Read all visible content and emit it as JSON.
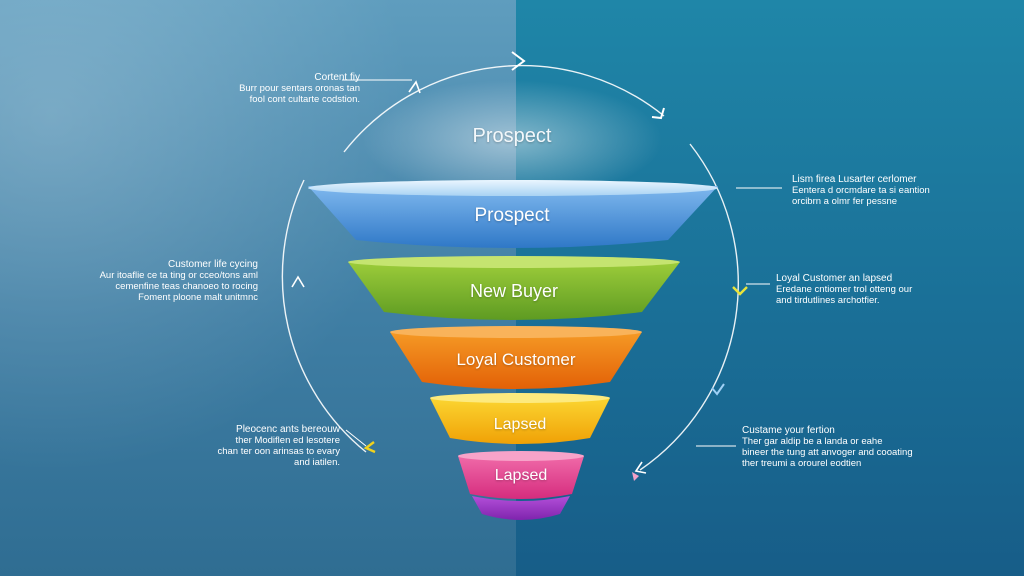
{
  "title": "Prospect",
  "colors": {
    "bg_left": "#4f8fb3",
    "bg_right": "#1c76a0",
    "prospect": "#3f8fd6",
    "new_buyer": "#78b52c",
    "loyal_customer": "#f0780e",
    "lapsed_orange": "#f3b70a",
    "lapsed_magenta": "#e9418f",
    "base_purple": "#9b35c5"
  },
  "funnel": [
    {
      "label": "Prospect",
      "color": "#3f8fd6"
    },
    {
      "label": "New Buyer",
      "color": "#78b52c"
    },
    {
      "label": "Loyal Customer",
      "color": "#f0780e"
    },
    {
      "label": "Lapsed",
      "color": "#f3b70a"
    },
    {
      "label": "Lapsed",
      "color": "#e9418f"
    }
  ],
  "notes": {
    "top_left": {
      "title": "Cortent fiy",
      "lines": [
        "Burr pour sentars oronas tan",
        "fool cont cultarte codstion."
      ]
    },
    "mid_left": {
      "title": "Customer life cycing",
      "lines": [
        "Aur itoaflie ce ta ting or cceo/tons aml",
        "cemenfine teas chanoeo to rocing",
        "Foment ploone malt unitmnc"
      ]
    },
    "bottom_left": {
      "title": "Pleocenc ants bereouw",
      "lines": [
        "ther Modiflen ed lesotere",
        "chan ter oon arinsas to evary",
        "and iatilen."
      ]
    },
    "top_right": {
      "title": "Lism firea Lusarter cerlomer",
      "lines": [
        "Eentera d orcmdare ta si eantion",
        "orcibrn a olmr fer pessne"
      ]
    },
    "mid_right": {
      "title": "Loyal Customer an lapsed",
      "lines": [
        "Eredane cntiomer trol otteng our",
        "and tirdutlines archotfier."
      ]
    },
    "bottom_right": {
      "title": "Custame your fertion",
      "lines": [
        "Ther gar aldip be a landa or eahe",
        "bineer the tung att anvoger and cooating",
        "ther treumi a orourel eodtien"
      ]
    }
  }
}
